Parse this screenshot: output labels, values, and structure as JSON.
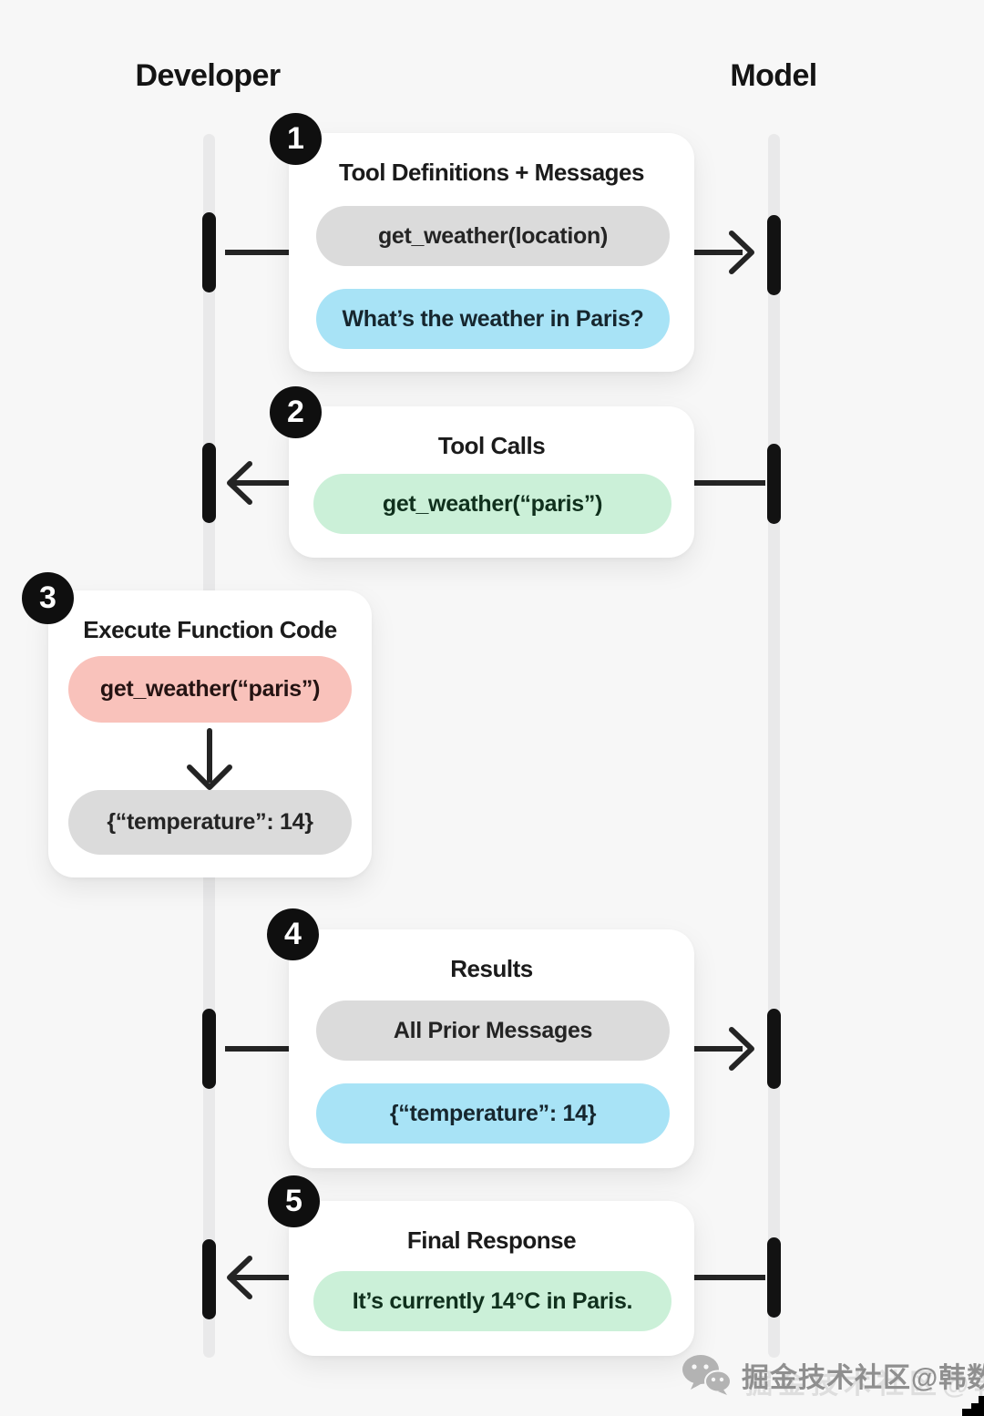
{
  "actors": {
    "developer": "Developer",
    "model": "Model"
  },
  "steps": [
    {
      "number": "1",
      "title": "Tool Definitions + Messages",
      "direction": "developer-to-model",
      "pills": [
        {
          "text": "get_weather(location)",
          "color": "#dbdbdb",
          "kind": "tool-definition"
        },
        {
          "text": "What’s the weather in Paris?",
          "color": "#a8e3f6",
          "kind": "user-message"
        }
      ]
    },
    {
      "number": "2",
      "title": "Tool Calls",
      "direction": "model-to-developer",
      "pills": [
        {
          "text": "get_weather(“paris”)",
          "color": "#cbf0d8",
          "kind": "tool-call"
        }
      ]
    },
    {
      "number": "3",
      "title": "Execute Function Code",
      "direction": "local",
      "pills": [
        {
          "text": "get_weather(“paris”)",
          "color": "#f9c2bb",
          "kind": "function-execution"
        },
        {
          "text": "{“temperature”: 14}",
          "color": "#dbdbdb",
          "kind": "function-result"
        }
      ]
    },
    {
      "number": "4",
      "title": "Results",
      "direction": "developer-to-model",
      "pills": [
        {
          "text": "All Prior Messages",
          "color": "#dbdbdb",
          "kind": "prior-messages"
        },
        {
          "text": "{“temperature”: 14}",
          "color": "#a8e3f6",
          "kind": "result-message"
        }
      ]
    },
    {
      "number": "5",
      "title": "Final Response",
      "direction": "model-to-developer",
      "pills": [
        {
          "text": "It’s currently 14°C in Paris.",
          "color": "#cbf0d8",
          "kind": "final-response"
        }
      ]
    }
  ],
  "watermark": {
    "icon": "wechat-icon",
    "text": "掘金技术社区@韩数"
  },
  "colors": {
    "background": "#f7f7f7",
    "card": "#ffffff",
    "lifeline": "#e9e9ea",
    "activation_bar": "#121212",
    "arrow": "#242424",
    "badge": "#0f0f0f",
    "pill_gray": "#dbdbdb",
    "pill_blue": "#a8e3f6",
    "pill_green": "#cbf0d8",
    "pill_pink": "#f9c2bb"
  }
}
